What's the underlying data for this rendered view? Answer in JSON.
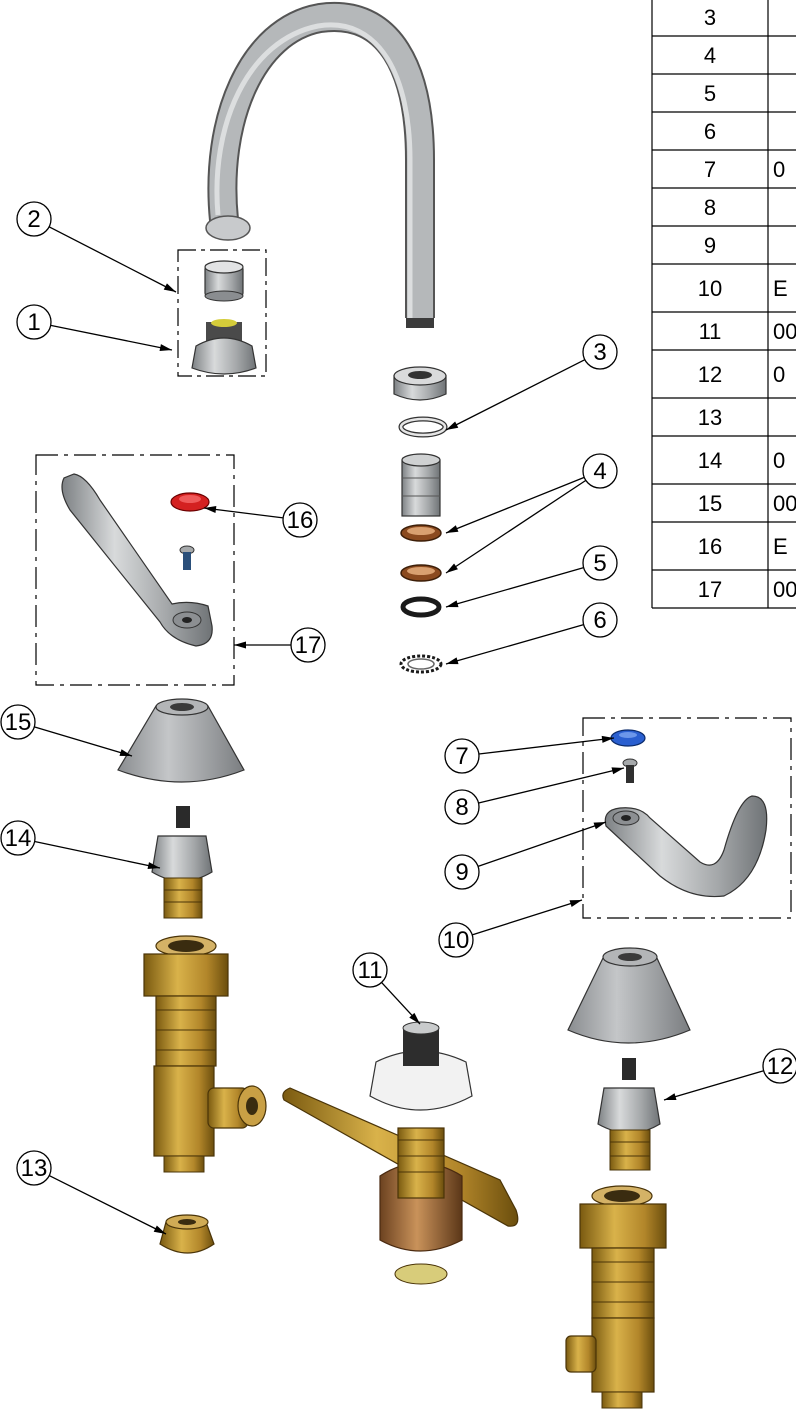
{
  "parts_table": {
    "rows": [
      {
        "item": "3",
        "part": ""
      },
      {
        "item": "4",
        "part": ""
      },
      {
        "item": "5",
        "part": ""
      },
      {
        "item": "6",
        "part": ""
      },
      {
        "item": "7",
        "part": "0"
      },
      {
        "item": "8",
        "part": ""
      },
      {
        "item": "9",
        "part": ""
      },
      {
        "item": "10",
        "part": "E"
      },
      {
        "item": "11",
        "part": "00"
      },
      {
        "item": "12",
        "part": "0"
      },
      {
        "item": "13",
        "part": ""
      },
      {
        "item": "14",
        "part": "0"
      },
      {
        "item": "15",
        "part": "00"
      },
      {
        "item": "16",
        "part": "E"
      },
      {
        "item": "17",
        "part": "00"
      }
    ]
  },
  "callouts": [
    "1",
    "2",
    "3",
    "4",
    "5",
    "6",
    "7",
    "8",
    "9",
    "10",
    "11",
    "12",
    "13",
    "14",
    "15",
    "16",
    "17"
  ],
  "colors": {
    "chrome": "#a9acae",
    "brass": "#b88a2a",
    "bronze": "#a06a3a",
    "red_index": "#d42020",
    "blue_index": "#2a5fd0",
    "white_flange": "#f2f2f2"
  }
}
